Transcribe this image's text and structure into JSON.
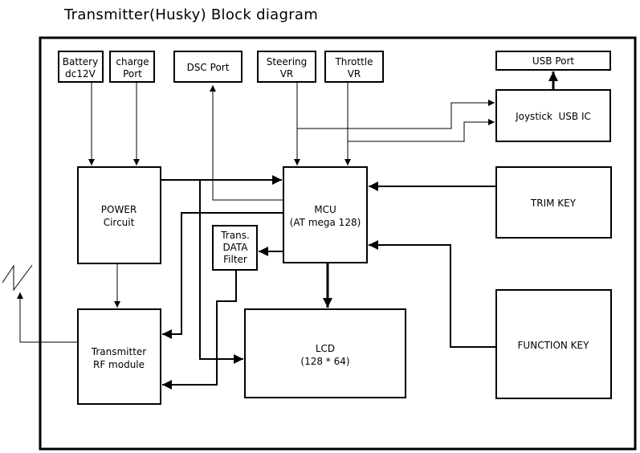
{
  "title": "Transmitter(Husky) Block diagram",
  "blocks": {
    "battery": [
      "Battery",
      "dc12V"
    ],
    "charge": [
      "charge",
      "Port"
    ],
    "dsc": [
      "DSC Port"
    ],
    "steering": [
      "Steering",
      "VR"
    ],
    "throttle": [
      "Throttle",
      "VR"
    ],
    "usb_port": [
      "USB Port"
    ],
    "joystick": [
      "Joystick  USB IC"
    ],
    "power": [
      "POWER",
      "Circuit"
    ],
    "mcu": [
      "MCU",
      "(AT mega 128)"
    ],
    "trim": [
      "TRIM KEY"
    ],
    "filter": [
      "Trans.",
      "DATA",
      "Filter"
    ],
    "rf": [
      "Transmitter",
      "RF module"
    ],
    "lcd": [
      "LCD",
      "(128 * 64)"
    ],
    "function": [
      "FUNCTION KEY"
    ]
  },
  "colors": {
    "line": "#000000",
    "background": "#ffffff"
  }
}
